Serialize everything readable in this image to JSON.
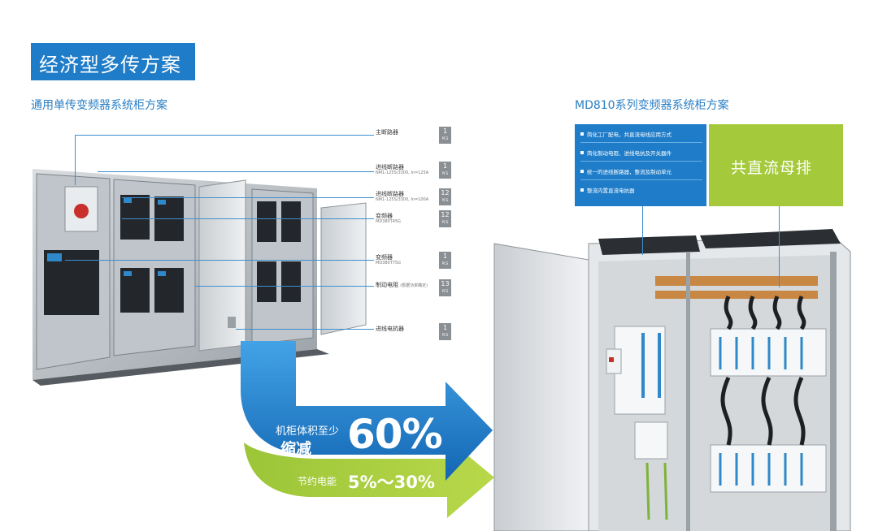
{
  "header": {
    "title": "经济型多传方案"
  },
  "left": {
    "subtitle": "通用单传变频器系统柜方案",
    "callouts": [
      {
        "name": "主断路器",
        "spec": "",
        "qty": "1"
      },
      {
        "name": "进线断路器",
        "spec": "NM1-125S/3300, In=125A",
        "qty": "1"
      },
      {
        "name": "进线断路器",
        "spec": "NM1-125S/3300, In=100A",
        "qty": "12"
      },
      {
        "name": "变频器",
        "spec": "MD380T45G",
        "qty": "12"
      },
      {
        "name": "变频器",
        "spec": "MD380T75G",
        "qty": "1"
      },
      {
        "name": "制动电阻",
        "spec": "(根据功率确定)",
        "qty": "13"
      },
      {
        "name": "进线电抗器",
        "spec": "",
        "qty": "1"
      }
    ]
  },
  "arrow": {
    "volume_label": "机柜体积至少",
    "reduce_label": "缩减",
    "reduce_value": "60%",
    "save_label": "节约电能",
    "save_value": "5%～30%"
  },
  "right": {
    "subtitle": "MD810系列变频器系统柜方案",
    "features": [
      "简化工厂配电，共直流母线应用方式",
      "简化制动电阻、进线电抗及开关器件",
      "统一的进线断路器，整流及制动单元",
      "整流内置直流电抗器"
    ],
    "highlight": "共直流母排"
  },
  "colors": {
    "brand_blue": "#1f7cc8",
    "accent_green": "#a4c93a",
    "qty_gray": "#8a8f94"
  },
  "icons": {
    "feature_bullet": "square-bullet-icon"
  }
}
